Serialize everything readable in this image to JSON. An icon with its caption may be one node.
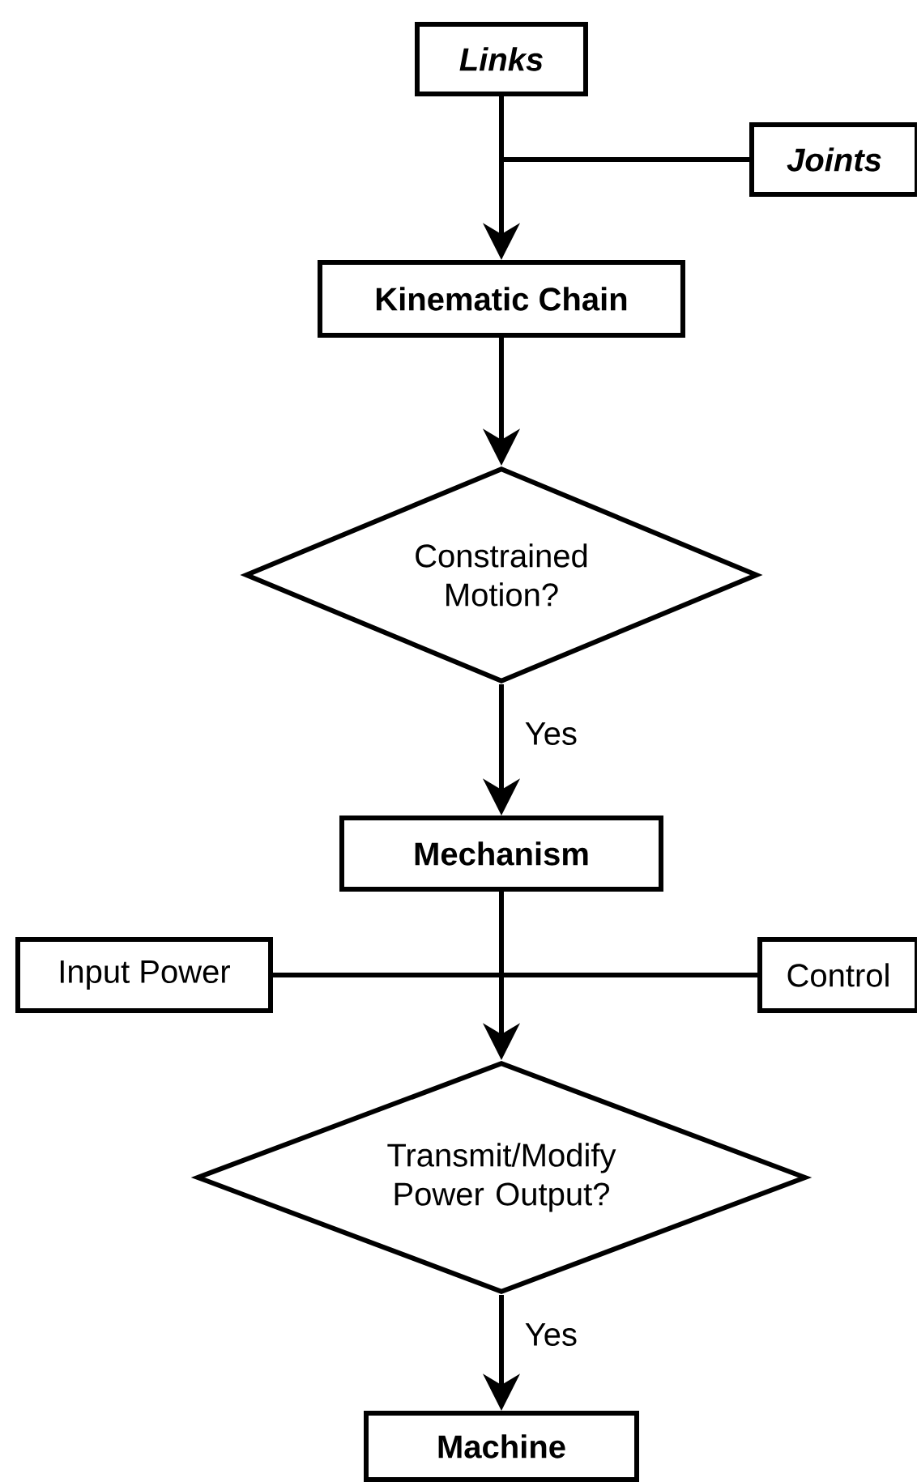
{
  "diagram": {
    "nodes": [
      {
        "text": [
          "Links"
        ]
      },
      {
        "text": [
          "Joints"
        ]
      },
      {
        "text": [
          "Kinematic Chain"
        ]
      },
      {
        "text": [
          "Constrained Motion?"
        ]
      },
      {
        "text": [
          "Mechanism"
        ]
      },
      {
        "text": [
          "Input Power"
        ]
      },
      {
        "text": [
          "Control"
        ]
      },
      {
        "text": [
          "Transmit/Modify Power Output?"
        ]
      },
      {
        "text": [
          "Machine"
        ]
      }
    ],
    "edges": [
      {
        "from": 0,
        "to": 2,
        "arrow": "to"
      },
      {
        "from": 1,
        "to": 2,
        "arrow": "to"
      },
      {
        "from": 2,
        "to": 3,
        "arrow": "to"
      },
      {
        "from": 3,
        "to": 4,
        "arrow": "to",
        "label": "Yes"
      },
      {
        "from": 4,
        "to": 7,
        "arrow": "to"
      },
      {
        "from": 5,
        "to": 7,
        "arrow": "to"
      },
      {
        "from": 6,
        "to": 7,
        "arrow": "to"
      },
      {
        "from": 7,
        "to": 8,
        "arrow": "to",
        "label": "Yes"
      }
    ]
  }
}
